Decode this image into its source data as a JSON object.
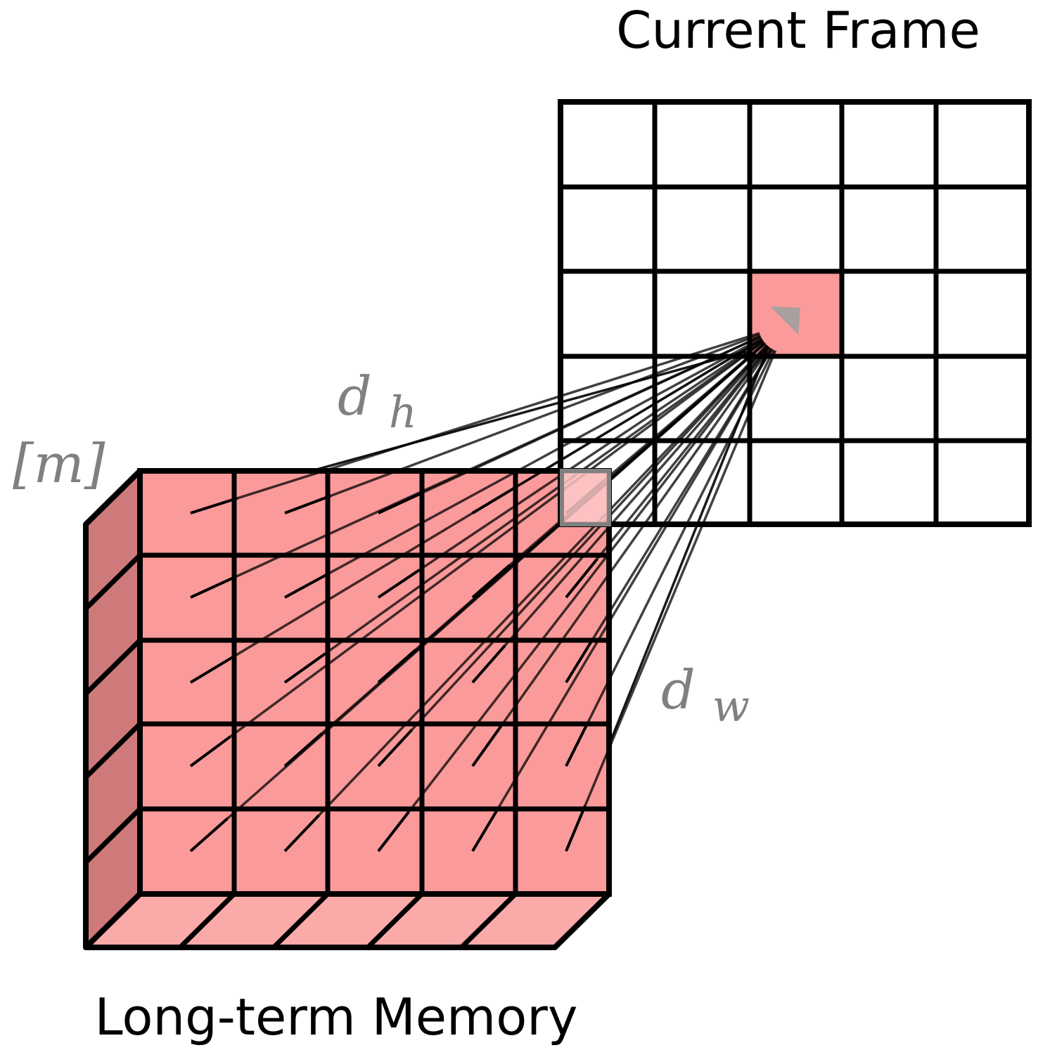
{
  "labels": {
    "current_frame": "Current Frame",
    "long_term_memory": "Long-term Memory",
    "memory_index": "[m]",
    "d_h_base": "d",
    "d_h_sub": "h",
    "d_w_base": "d",
    "d_w_sub": "w"
  },
  "grid": {
    "rows": 5,
    "cols": 5
  },
  "colors": {
    "memory_front": "#fb9a9a",
    "memory_side": "#cf7a7a",
    "memory_bottom": "#fbaaaa",
    "highlight_cell": "#fb9a9a",
    "overlap_cell": "#fdc8c8",
    "grid_line": "#000000",
    "attention_line": "#000000",
    "attention_line_fade": "#808080",
    "label_math": "#808080"
  }
}
